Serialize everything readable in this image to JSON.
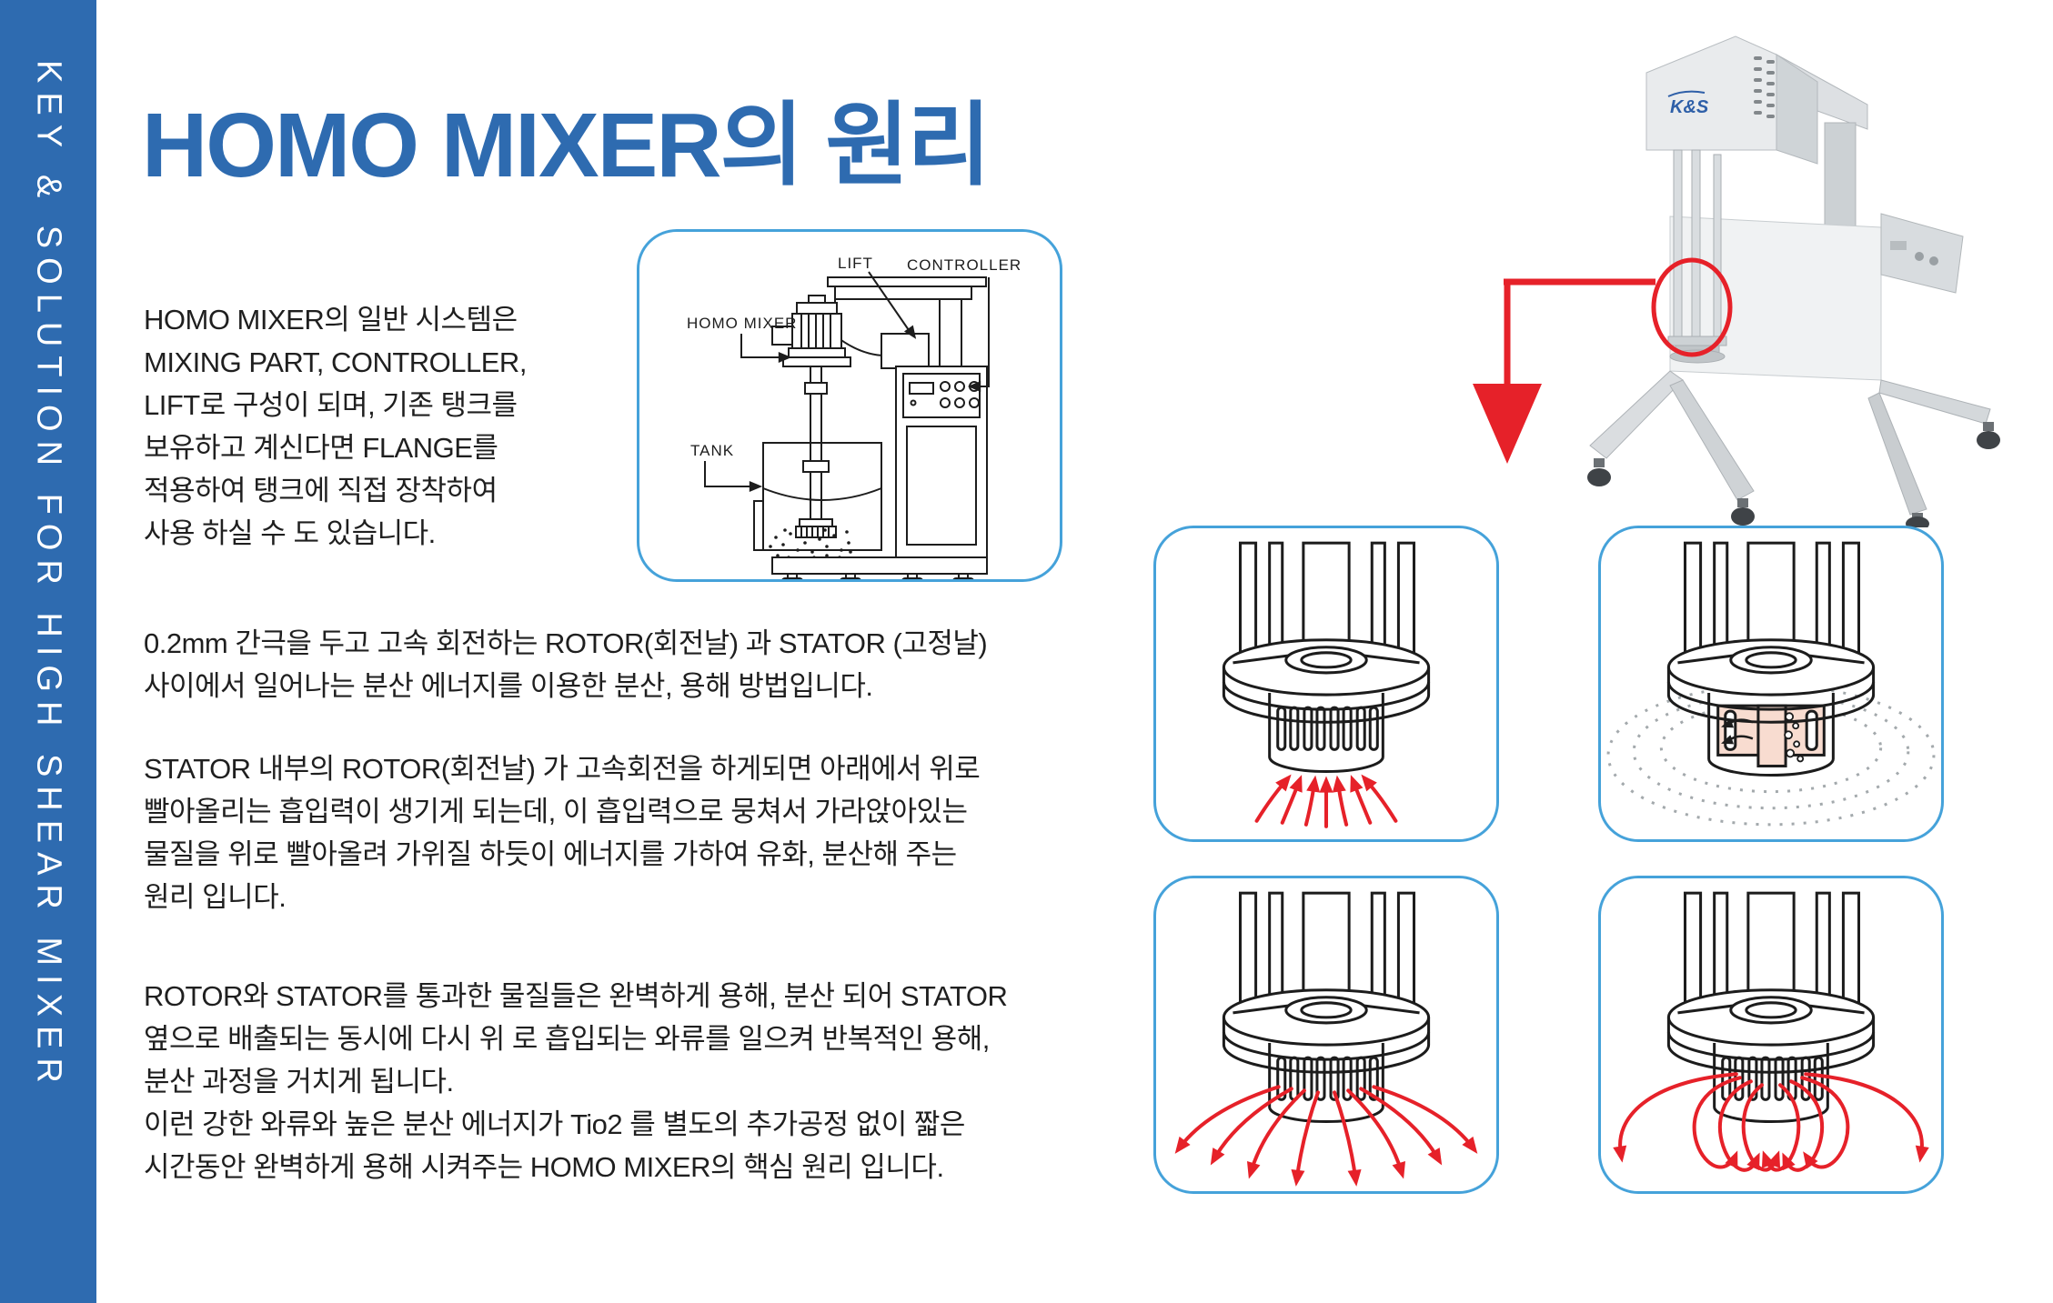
{
  "sidebar": {
    "vertical_text": "KEY & SOLUTION FOR HIGH SHEAR MIXER"
  },
  "header": {
    "title": "HOMO MIXER의 원리"
  },
  "paragraphs": {
    "p1": "HOMO MIXER의 일반 시스템은\nMIXING PART, CONTROLLER,\nLIFT로 구성이 되며, 기존 탱크를\n보유하고 계신다면 FLANGE를\n적용하여 탱크에 직접 장착하여\n사용 하실 수 도 있습니다.",
    "p2": "0.2mm 간극을 두고 고속 회전하는 ROTOR(회전날) 과 STATOR (고정날)\n사이에서 일어나는 분산 에너지를 이용한 분산, 용해 방법입니다.",
    "p3": "STATOR 내부의 ROTOR(회전날) 가 고속회전을 하게되면 아래에서 위로\n빨아올리는 흡입력이 생기게 되는데, 이 흡입력으로 뭉쳐서 가라앉아있는\n물질을 위로 빨아올려 가위질 하듯이 에너지를 가하여 유화, 분산해 주는\n원리 입니다.",
    "p4": "ROTOR와 STATOR를 통과한 물질들은 완벽하게 용해, 분산 되어 STATOR\n옆으로 배출되는 동시에 다시 위 로 흡입되는 와류를 일으켜 반복적인 용해,\n분산 과정을 거치게 됩니다.\n이런 강한 와류와 높은 분산 에너지가 Tio2 를 별도의 추가공정 없이 짧은\n시간동안 완벽하게 용해 시켜주는 HOMO MIXER의 핵심 원리 입니다."
  },
  "system_diagram": {
    "labels": {
      "lift": "LIFT",
      "controller": "CONTROLLER",
      "homo_mixer": "HOMO MIXER",
      "tank": "TANK"
    }
  },
  "photo": {
    "logo_text": "K&S"
  },
  "colors": {
    "accent_blue": "#2e6bb0",
    "panel_border": "#45a2da",
    "arrow_red": "#e62129",
    "rotor_fill": "#f8dcd0"
  }
}
